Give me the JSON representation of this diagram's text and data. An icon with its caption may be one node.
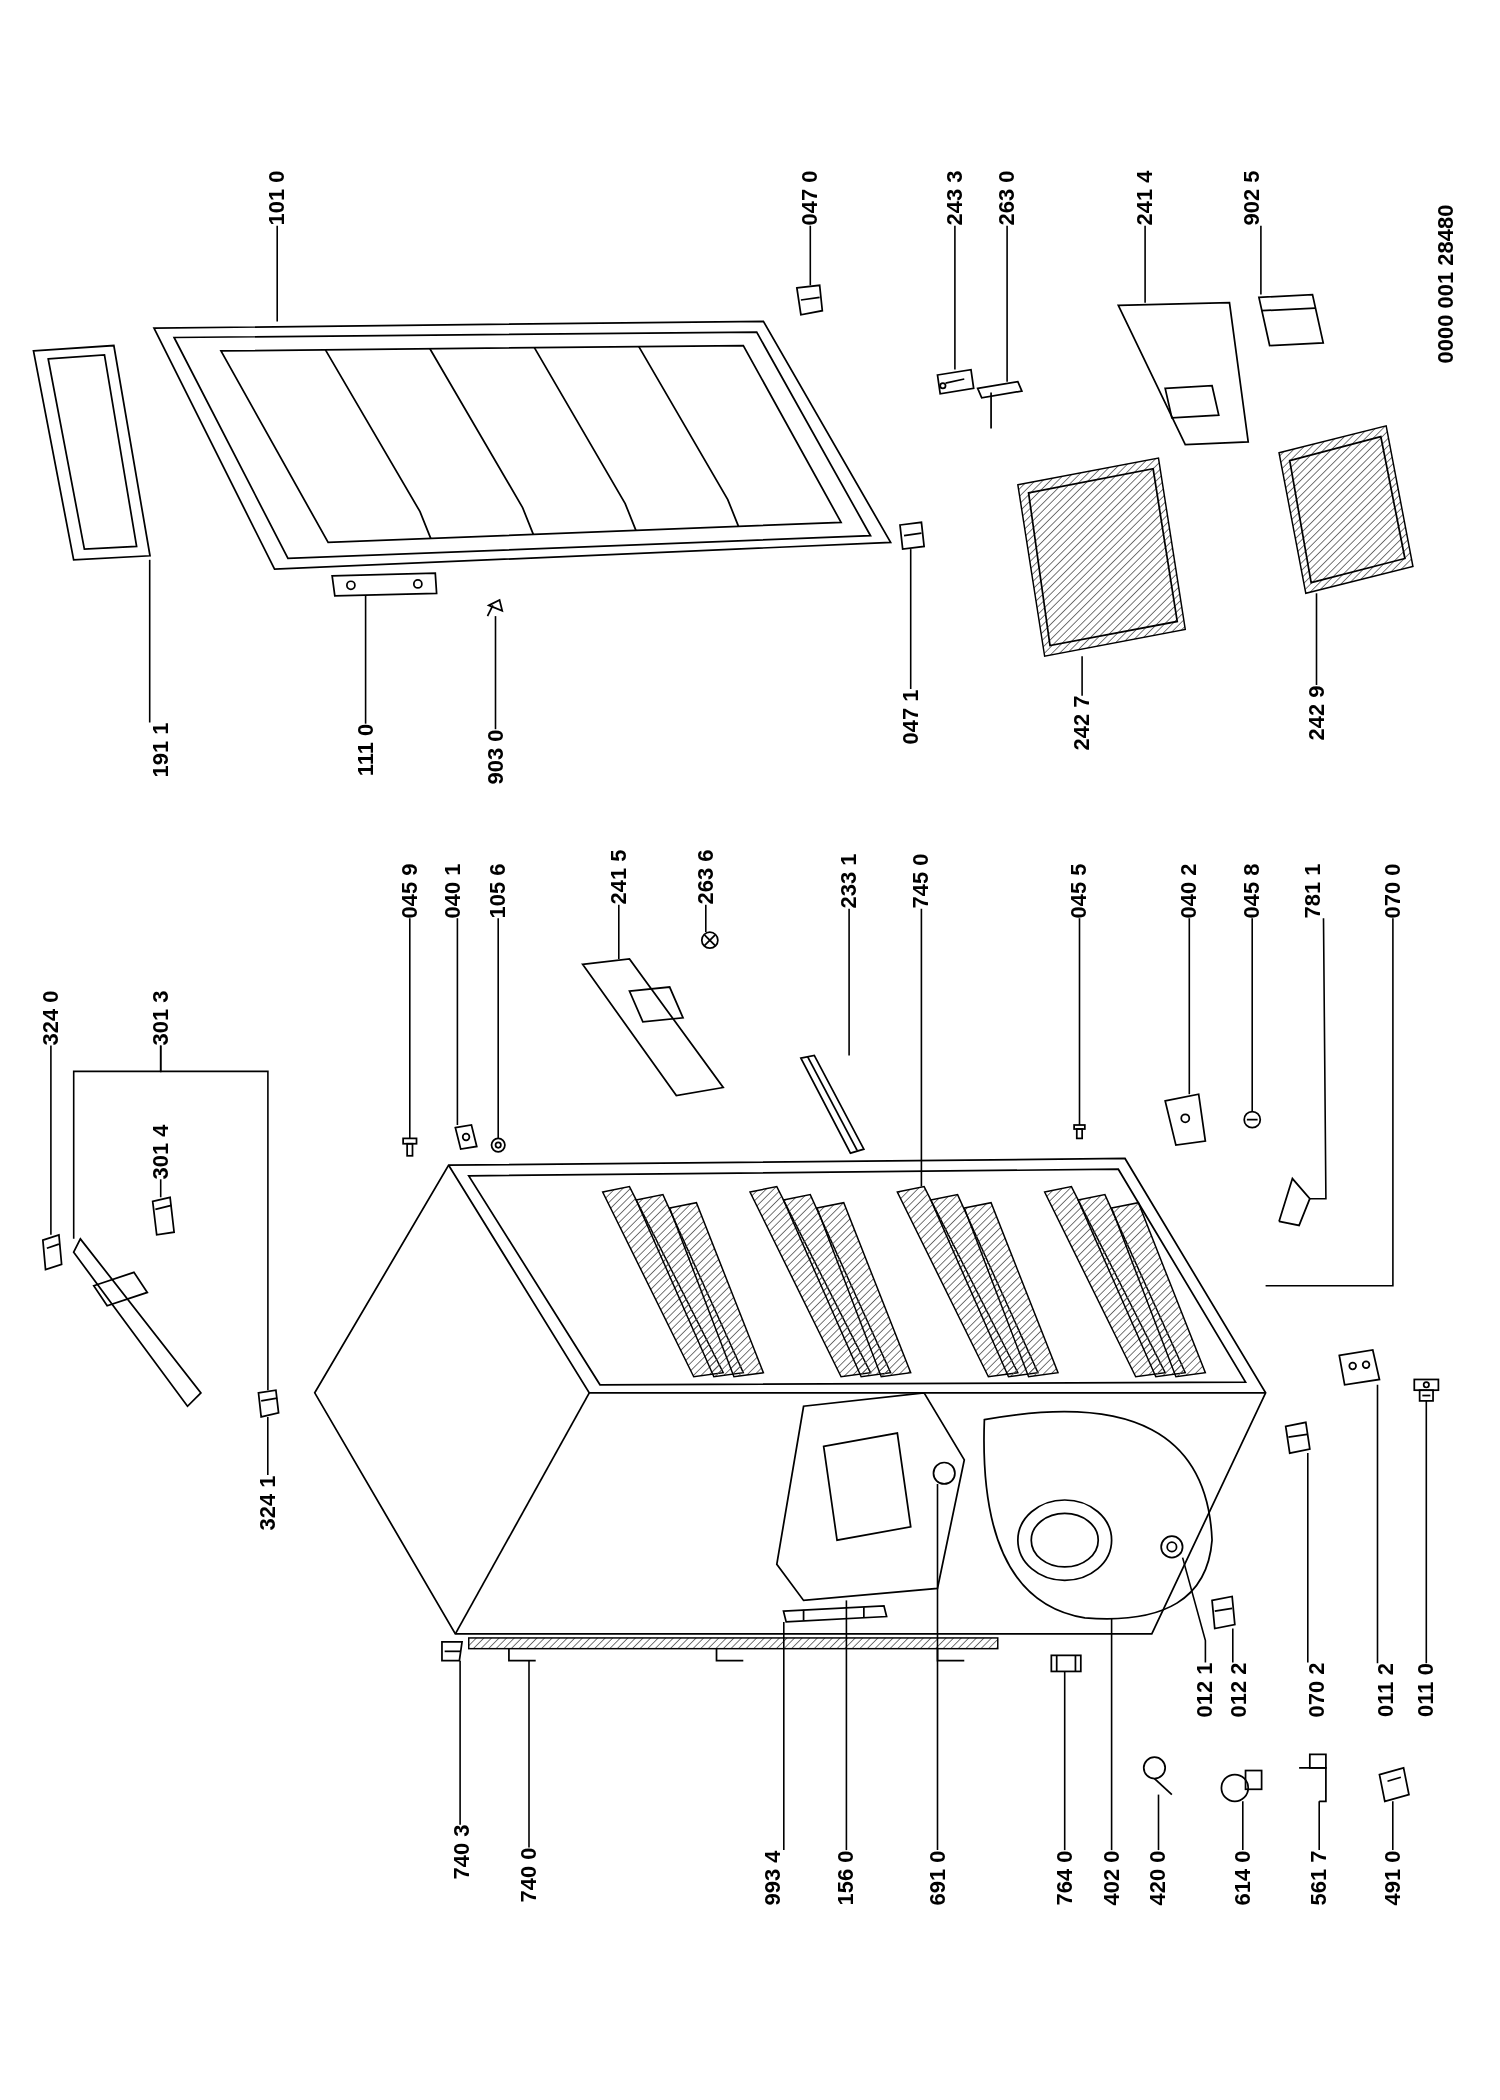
{
  "diagram": {
    "nodes": [
      {
        "text": [
          "324 0"
        ]
      },
      {
        "text": [
          "301 3"
        ]
      },
      {
        "text": [
          "301 4"
        ]
      },
      {
        "text": [
          "324 1"
        ]
      },
      {
        "text": [
          "101 0"
        ]
      },
      {
        "text": [
          "191 1"
        ]
      },
      {
        "text": [
          "111 0"
        ]
      },
      {
        "text": [
          "903 0"
        ]
      },
      {
        "text": [
          "047 0"
        ]
      },
      {
        "text": [
          "047 1"
        ]
      },
      {
        "text": [
          "243 3"
        ]
      },
      {
        "text": [
          "263 0"
        ]
      },
      {
        "text": [
          "241 4"
        ]
      },
      {
        "text": [
          "902 5"
        ]
      },
      {
        "text": [
          "242 7"
        ]
      },
      {
        "text": [
          "242 9"
        ]
      },
      {
        "text": [
          "045 9"
        ]
      },
      {
        "text": [
          "040 1"
        ]
      },
      {
        "text": [
          "105 6"
        ]
      },
      {
        "text": [
          "241 5"
        ]
      },
      {
        "text": [
          "263 6"
        ]
      },
      {
        "text": [
          "233 1"
        ]
      },
      {
        "text": [
          "745 0"
        ]
      },
      {
        "text": [
          "045 5"
        ]
      },
      {
        "text": [
          "040 2"
        ]
      },
      {
        "text": [
          "045 8"
        ]
      },
      {
        "text": [
          "781 1"
        ]
      },
      {
        "text": [
          "070 0"
        ]
      },
      {
        "text": [
          "740 3"
        ]
      },
      {
        "text": [
          "740 0"
        ]
      },
      {
        "text": [
          "993 4"
        ]
      },
      {
        "text": [
          "156 0"
        ]
      },
      {
        "text": [
          "691 0"
        ]
      },
      {
        "text": [
          "764 0"
        ]
      },
      {
        "text": [
          "402 0"
        ]
      },
      {
        "text": [
          "420 0"
        ]
      },
      {
        "text": [
          "614 0"
        ]
      },
      {
        "text": [
          "561 7"
        ]
      },
      {
        "text": [
          "491 0"
        ]
      },
      {
        "text": [
          "012 1"
        ]
      },
      {
        "text": [
          "012 2"
        ]
      },
      {
        "text": [
          "070 2"
        ]
      },
      {
        "text": [
          "011 2"
        ]
      },
      {
        "text": [
          "011 0"
        ]
      },
      {
        "text": [],
        "shape": "picture"
      },
      {
        "text": [],
        "shape": "picture"
      },
      {
        "text": [],
        "shape": "picture"
      },
      {
        "text": [],
        "shape": "picture"
      },
      {
        "text": [],
        "shape": "picture"
      },
      {
        "text": [],
        "shape": "picture"
      },
      {
        "text": [],
        "shape": "picture"
      },
      {
        "text": [],
        "shape": "picture"
      },
      {
        "text": [],
        "shape": "picture"
      },
      {
        "text": [],
        "shape": "picture"
      },
      {
        "text": [],
        "shape": "picture"
      },
      {
        "text": [],
        "shape": "picture"
      },
      {
        "text": [],
        "shape": "picture"
      },
      {
        "text": [],
        "shape": "picture"
      },
      {
        "text": [],
        "shape": "picture"
      },
      {
        "text": [],
        "shape": "picture"
      },
      {
        "text": [],
        "shape": "picture"
      },
      {
        "text": [],
        "shape": "picture"
      },
      {
        "text": [],
        "shape": "picture"
      },
      {
        "text": [],
        "shape": "picture"
      },
      {
        "text": [],
        "shape": "picture"
      },
      {
        "text": [],
        "shape": "picture"
      },
      {
        "text": [],
        "shape": "picture"
      },
      {
        "text": [],
        "shape": "picture",
        "in": 44
      },
      {
        "text": [],
        "shape": "picture"
      },
      {
        "text": [],
        "shape": "picture"
      },
      {
        "text": [],
        "shape": "picture"
      },
      {
        "text": [],
        "shape": "picture"
      },
      {
        "text": [],
        "shape": "picture"
      },
      {
        "text": [],
        "shape": "picture"
      },
      {
        "text": [],
        "shape": "picture",
        "in": 44
      },
      {
        "text": [],
        "shape": "picture",
        "in": 44
      },
      {
        "text": [],
        "shape": "picture",
        "in": 75
      },
      {
        "text": [],
        "shape": "picture"
      },
      {
        "text": [],
        "shape": "picture",
        "in": 44
      },
      {
        "text": [],
        "shape": "picture"
      },
      {
        "text": [],
        "shape": "picture"
      },
      {
        "text": [],
        "shape": "picture"
      },
      {
        "text": [],
        "shape": "picture"
      },
      {
        "text": [],
        "shape": "picture",
        "in": 78
      },
      {
        "text": [],
        "shape": "picture"
      },
      {
        "text": [],
        "shape": "picture"
      },
      {
        "text": [],
        "shape": "picture"
      },
      {
        "text": [],
        "shape": "picture"
      }
    ],
    "edges": [
      {
        "from": 0,
        "to": 45,
        "arrow": "none"
      },
      {
        "from": 1,
        "to": 46,
        "arrow": "none"
      },
      {
        "from": 1,
        "to": 48,
        "arrow": "none"
      },
      {
        "from": 2,
        "to": 47,
        "arrow": "none"
      },
      {
        "from": 3,
        "to": 48,
        "arrow": "none"
      },
      {
        "from": 4,
        "to": 49,
        "arrow": "none"
      },
      {
        "from": 5,
        "to": 50,
        "arrow": "none"
      },
      {
        "from": 6,
        "to": 51,
        "arrow": "none"
      },
      {
        "from": 7,
        "to": 52,
        "arrow": "none"
      },
      {
        "from": 8,
        "to": 53,
        "arrow": "none"
      },
      {
        "from": 9,
        "to": 54,
        "arrow": "none"
      },
      {
        "from": 10,
        "to": 55,
        "arrow": "none"
      },
      {
        "from": 11,
        "to": 56,
        "arrow": "none"
      },
      {
        "from": 12,
        "to": 57,
        "arrow": "none"
      },
      {
        "from": 13,
        "to": 58,
        "arrow": "none"
      },
      {
        "from": 14,
        "to": 59,
        "arrow": "none"
      },
      {
        "from": 15,
        "to": 60,
        "arrow": "none"
      },
      {
        "from": 16,
        "to": 61,
        "arrow": "none"
      },
      {
        "from": 17,
        "to": 62,
        "arrow": "none"
      },
      {
        "from": 18,
        "to": 63,
        "arrow": "none"
      },
      {
        "from": 19,
        "to": 64,
        "arrow": "none"
      },
      {
        "from": 20,
        "to": 65,
        "arrow": "none"
      },
      {
        "from": 21,
        "to": 66,
        "arrow": "none"
      },
      {
        "from": 22,
        "to": 67,
        "arrow": "none"
      },
      {
        "from": 23,
        "to": 68,
        "arrow": "none"
      },
      {
        "from": 24,
        "to": 69,
        "arrow": "none"
      },
      {
        "from": 25,
        "to": 70,
        "arrow": "none"
      },
      {
        "from": 26,
        "to": 71,
        "arrow": "none"
      },
      {
        "from": 27,
        "to": 44,
        "arrow": "none"
      },
      {
        "from": 28,
        "to": 72,
        "arrow": "none"
      },
      {
        "from": 29,
        "to": 73,
        "arrow": "none"
      },
      {
        "from": 30,
        "to": 74,
        "arrow": "none"
      },
      {
        "from": 31,
        "to": 75,
        "arrow": "none"
      },
      {
        "from": 32,
        "to": 76,
        "arrow": "none"
      },
      {
        "from": 33,
        "to": 77,
        "arrow": "none"
      },
      {
        "from": 34,
        "to": 78,
        "arrow": "none"
      },
      {
        "from": 35,
        "to": 79,
        "arrow": "none"
      },
      {
        "from": 36,
        "to": 80,
        "arrow": "none"
      },
      {
        "from": 37,
        "to": 81,
        "arrow": "none"
      },
      {
        "from": 38,
        "to": 82,
        "arrow": "none"
      },
      {
        "from": 39,
        "to": 83,
        "arrow": "none"
      },
      {
        "from": 40,
        "to": 84,
        "arrow": "none"
      },
      {
        "from": 41,
        "to": 85,
        "arrow": "none"
      },
      {
        "from": 42,
        "to": 86,
        "arrow": "none"
      },
      {
        "from": 43,
        "to": 87,
        "arrow": "none"
      }
    ],
    "labels": [
      "0000 001 28480"
    ]
  }
}
